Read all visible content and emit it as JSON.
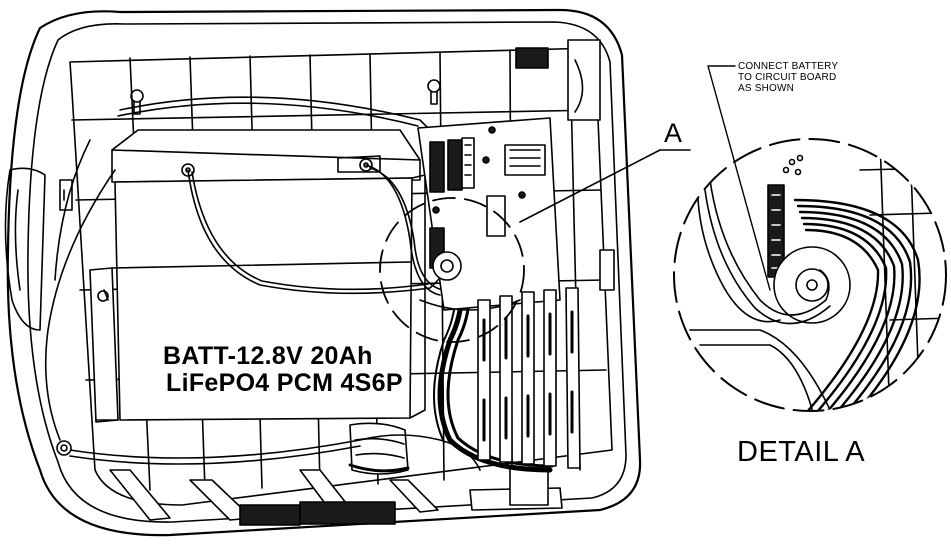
{
  "battery": {
    "label_line1": "BATT-12.8V 20Ah",
    "label_line2": "LiFePO4 PCM 4S6P"
  },
  "callouts": {
    "detail_marker": "A",
    "connect_line1": "CONNECT BATTERY",
    "connect_line2": "TO CIRCUIT BOARD",
    "connect_line3": "AS SHOWN",
    "detail_title": "DETAIL A"
  },
  "colors": {
    "line": "#000000",
    "fill": "#ffffff",
    "dark_part": "#1a1a1a"
  }
}
